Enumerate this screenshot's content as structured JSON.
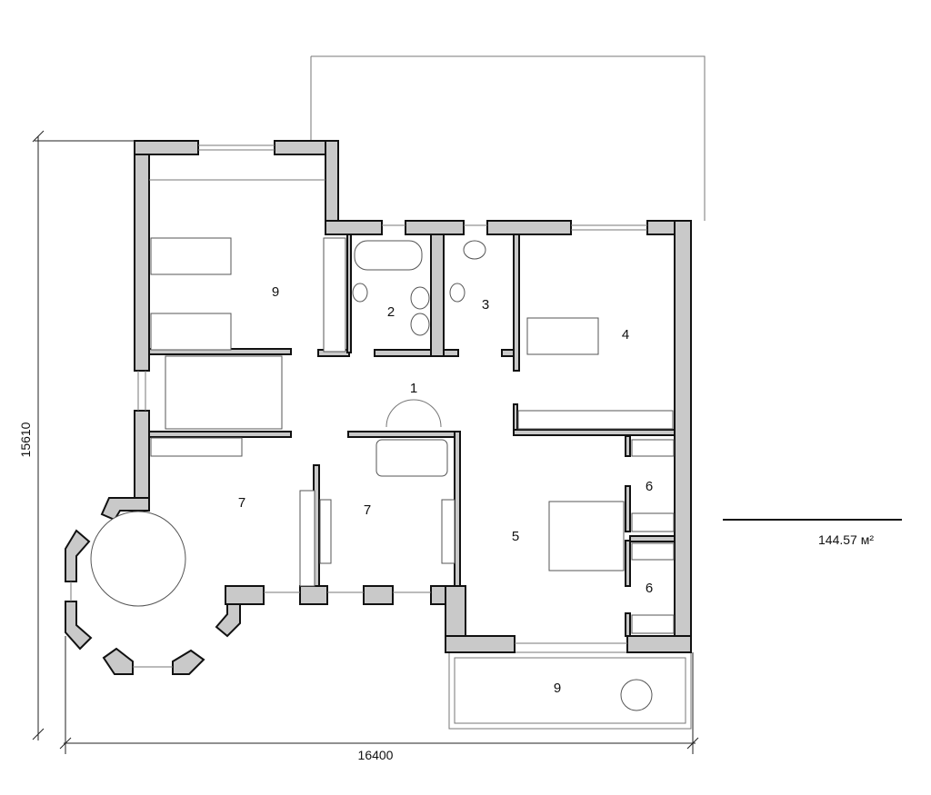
{
  "plan": {
    "rooms": [
      {
        "id": "room-9-bedroom",
        "label": "9"
      },
      {
        "id": "room-2-bathroom",
        "label": "2"
      },
      {
        "id": "room-3-bathroom",
        "label": "3"
      },
      {
        "id": "room-4-bedroom",
        "label": "4"
      },
      {
        "id": "room-1-hall",
        "label": "1"
      },
      {
        "id": "room-7-left",
        "label": "7"
      },
      {
        "id": "room-7-right",
        "label": "7"
      },
      {
        "id": "room-5-bedroom",
        "label": "5"
      },
      {
        "id": "room-6-upper",
        "label": "6"
      },
      {
        "id": "room-6-lower",
        "label": "6"
      },
      {
        "id": "room-9-balcony",
        "label": "9"
      }
    ],
    "dimensions": {
      "height": "15610",
      "width": "16400"
    },
    "total_area": "144.57 м²",
    "colors": {
      "wall_fill": "#c9c9c9",
      "line": "#111111"
    }
  }
}
